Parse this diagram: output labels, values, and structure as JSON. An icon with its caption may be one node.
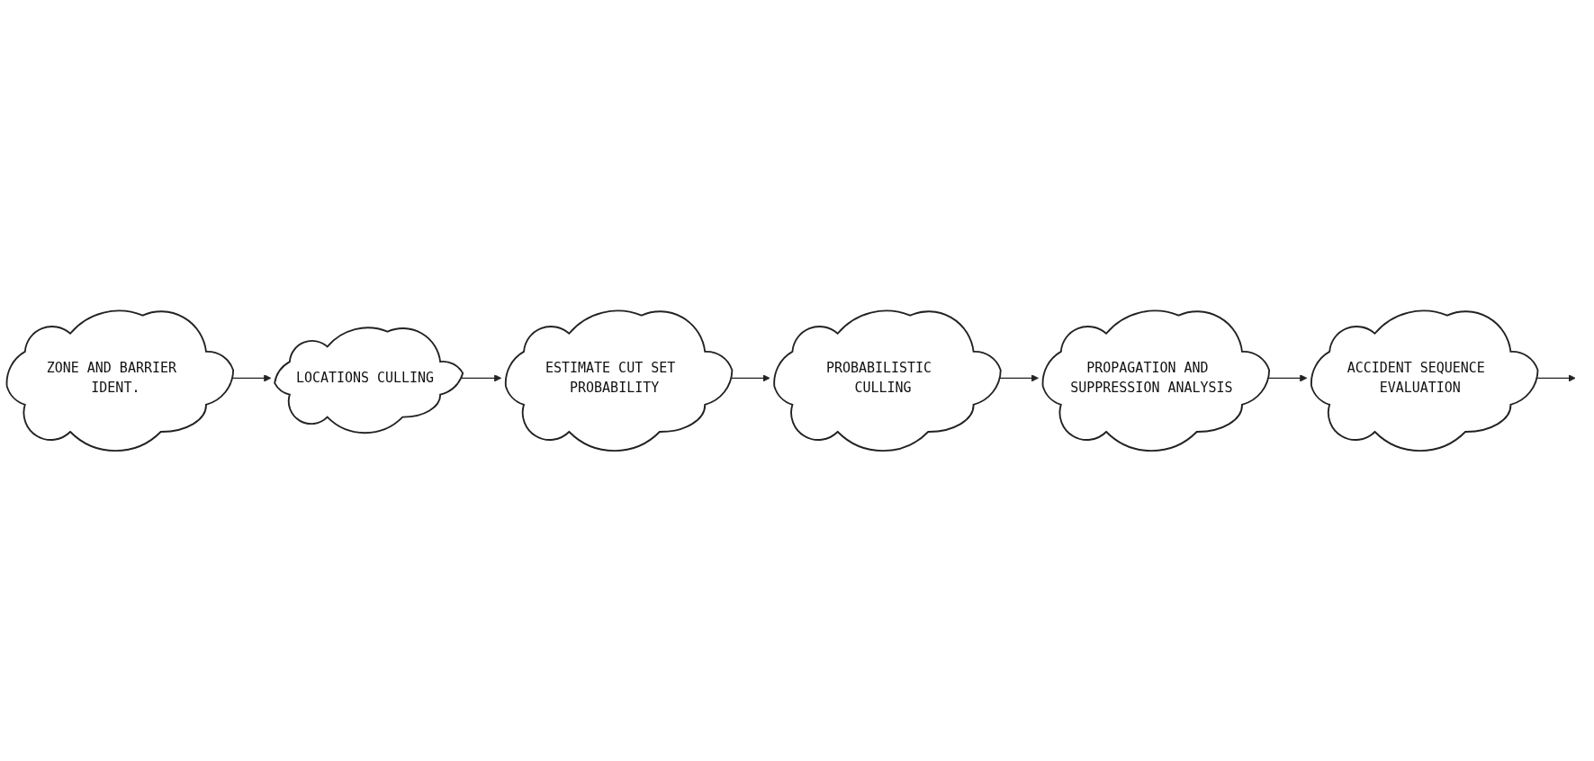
{
  "diagram": {
    "nodes": [
      {
        "text": [
          "ZONE AND BARRIER IDENT."
        ]
      },
      {
        "text": [
          "LOCATIONS CULLING"
        ]
      },
      {
        "text": [
          "ESTIMATE CUT SET PROBABILITY"
        ]
      },
      {
        "text": [
          "PROBABILISTIC CULLING"
        ]
      },
      {
        "text": [
          "PROPAGATION AND SUPPRESSION ANALYSIS"
        ]
      },
      {
        "text": [
          "ACCIDENT SEQUENCE EVALUATION"
        ]
      }
    ],
    "edges": [
      {
        "from": 0,
        "to": 1,
        "arrow": "to"
      },
      {
        "from": 1,
        "to": 2,
        "arrow": "to"
      },
      {
        "from": 2,
        "to": 3,
        "arrow": "to"
      },
      {
        "from": 3,
        "to": 4,
        "arrow": "to"
      },
      {
        "from": 4,
        "to": 5,
        "arrow": "to"
      },
      {
        "from": 5,
        "to": null,
        "arrow": "to"
      }
    ]
  }
}
